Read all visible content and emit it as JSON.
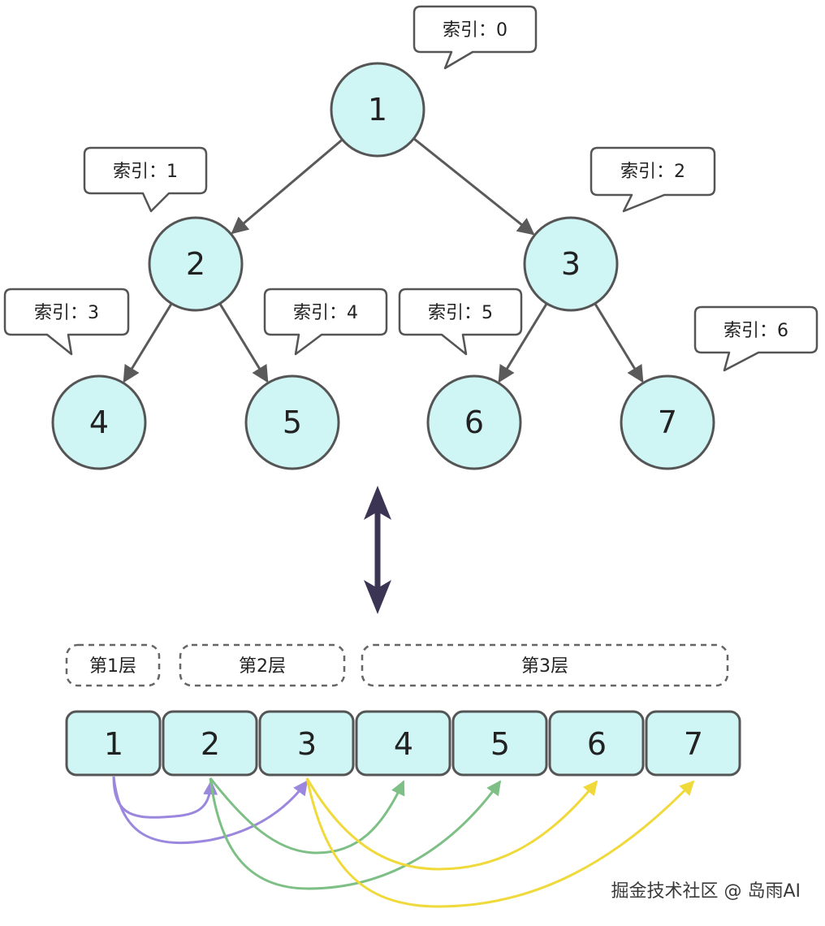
{
  "tree": {
    "nodes": [
      {
        "value": "1",
        "index_label": "索引：0"
      },
      {
        "value": "2",
        "index_label": "索引：1"
      },
      {
        "value": "3",
        "index_label": "索引：2"
      },
      {
        "value": "4",
        "index_label": "索引：3"
      },
      {
        "value": "5",
        "index_label": "索引：4"
      },
      {
        "value": "6",
        "index_label": "索引：5"
      },
      {
        "value": "7",
        "index_label": "索引：6"
      }
    ],
    "edges": [
      [
        0,
        1
      ],
      [
        0,
        2
      ],
      [
        1,
        3
      ],
      [
        1,
        4
      ],
      [
        2,
        5
      ],
      [
        2,
        6
      ]
    ]
  },
  "array": {
    "cells": [
      "1",
      "2",
      "3",
      "4",
      "5",
      "6",
      "7"
    ],
    "levels": [
      "第1层",
      "第2层",
      "第3层"
    ]
  },
  "links": [
    {
      "from": 0,
      "to": 1,
      "color": "#9b87dd"
    },
    {
      "from": 0,
      "to": 2,
      "color": "#9b87dd"
    },
    {
      "from": 1,
      "to": 3,
      "color": "#7dbf85"
    },
    {
      "from": 1,
      "to": 4,
      "color": "#7dbf85"
    },
    {
      "from": 2,
      "to": 5,
      "color": "#f0d93a"
    },
    {
      "from": 2,
      "to": 6,
      "color": "#f0d93a"
    }
  ],
  "colors": {
    "node_fill": "#cff5f4",
    "stroke": "#555555",
    "double_arrow": "#3b3453"
  },
  "watermark": "掘金技术社区 @ 岛雨AI"
}
